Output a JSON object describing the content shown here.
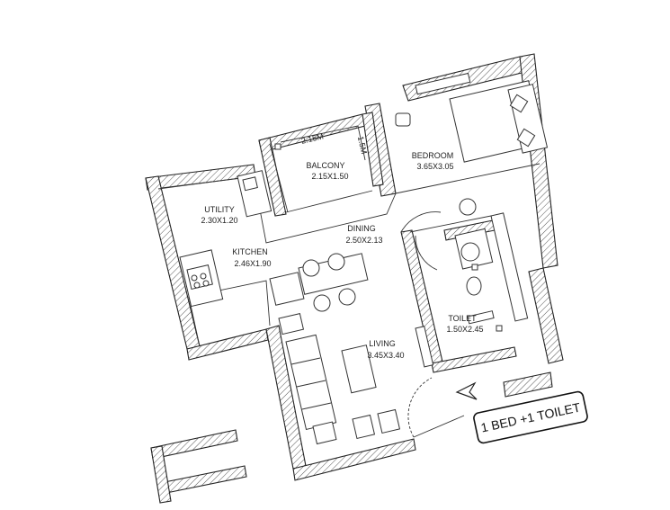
{
  "rooms": {
    "utility": {
      "name": "UTILITY",
      "size": "2.30X1.20"
    },
    "balcony": {
      "name": "BALCONY",
      "size": "2.15X1.50"
    },
    "bedroom": {
      "name": "BEDROOM",
      "size": "3.65X3.05"
    },
    "kitchen": {
      "name": "KITCHEN",
      "size": "2.46X1.90"
    },
    "dining": {
      "name": "DINING",
      "size": "2.50X2.13"
    },
    "toilet": {
      "name": "TOILET",
      "size": "1.50X2.45"
    },
    "living": {
      "name": "LIVING",
      "size": "3.45X3.40"
    }
  },
  "dimensions": {
    "balcony_width": "2.15M",
    "balcony_depth": "1.5M"
  },
  "badge": {
    "text": "1 BED +1 TOILET"
  }
}
